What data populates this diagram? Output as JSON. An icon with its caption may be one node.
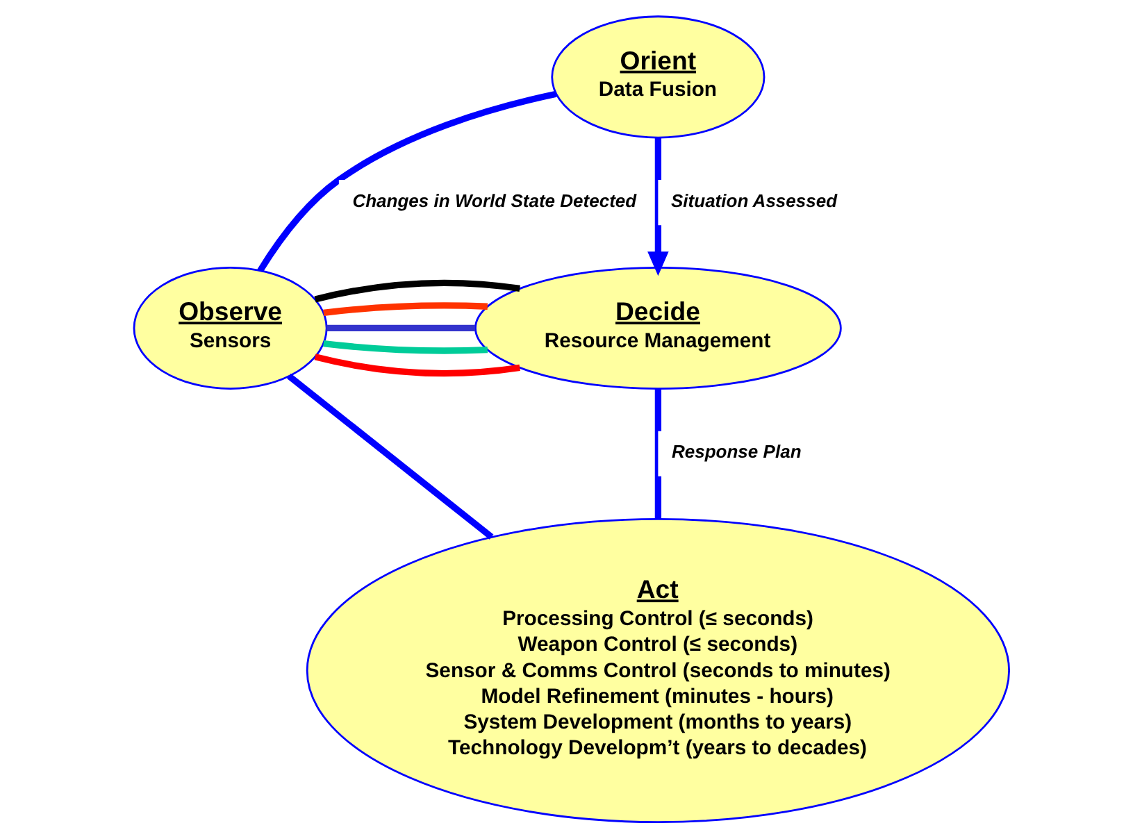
{
  "diagram": {
    "nodes": [
      {
        "text": [
          "Observe",
          "Sensors"
        ]
      },
      {
        "text": [
          "Orient",
          "Data Fusion"
        ]
      },
      {
        "text": [
          "Decide",
          "Resource Management"
        ]
      },
      {
        "text": [
          "Act",
          "Processing Control (≤ seconds)",
          "Weapon Control (≤ seconds)",
          "Sensor & Comms Control (seconds to minutes)",
          "Model Refinement (minutes - hours)",
          "System Development (months to years)",
          "Technology Developm’t (years to decades)"
        ]
      }
    ],
    "edges": [
      {
        "from": 0,
        "to": 1,
        "arrow": "none",
        "label": "Changes in World State Detected"
      },
      {
        "from": 1,
        "to": 2,
        "arrow": "to",
        "label": "Situation Assessed"
      },
      {
        "from": 2,
        "to": 3,
        "arrow": "none",
        "label": "Response Plan"
      },
      {
        "from": 3,
        "to": 0,
        "arrow": "none"
      },
      {
        "from": 2,
        "to": 0,
        "arrow": "none",
        "color": "#ff0000"
      },
      {
        "from": 2,
        "to": 0,
        "arrow": "none",
        "color": "#00cc99"
      },
      {
        "from": 2,
        "to": 0,
        "arrow": "none",
        "color": "#3333cc"
      },
      {
        "from": 2,
        "to": 0,
        "arrow": "none",
        "color": "#ff3300"
      },
      {
        "from": 2,
        "to": 0,
        "arrow": "none",
        "color": "#000000"
      }
    ]
  }
}
